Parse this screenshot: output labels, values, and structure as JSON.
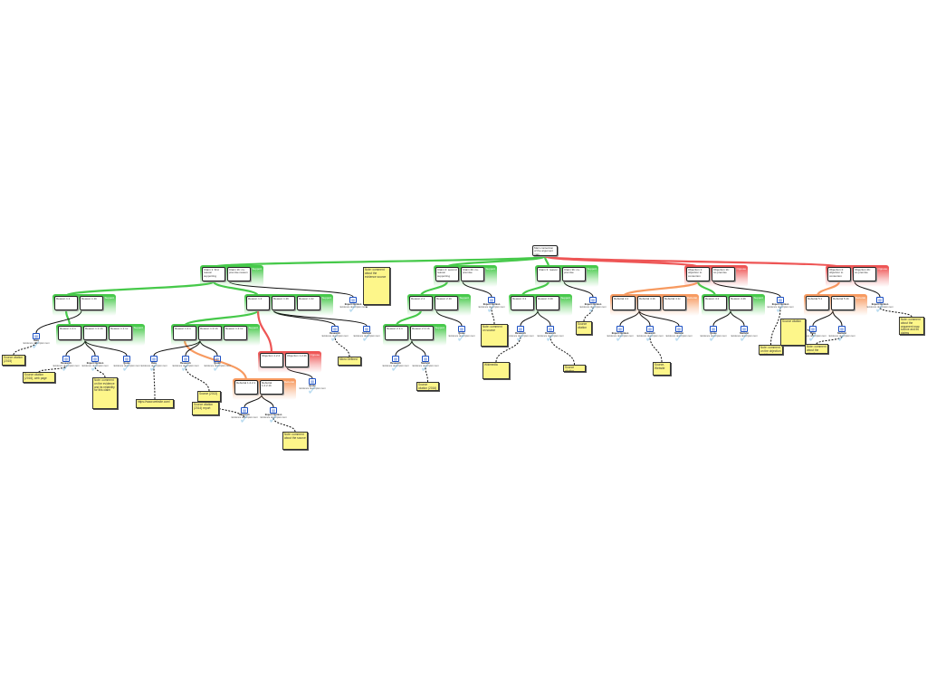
{
  "root": {
    "text": "Main contention of the argument map"
  },
  "groups": [
    {
      "type": "support",
      "label": "Support",
      "claims": [
        "Claim 1: first reason supporting",
        "Claim 1b: co-premise reason"
      ]
    },
    {
      "type": "support",
      "label": "Support",
      "claims": [
        "Claim 2: second reason supporting",
        "Claim 2b: co-premise"
      ]
    },
    {
      "type": "support",
      "label": "Support",
      "claims": [
        "Claim 3: reason",
        "Claim 3b: co-premise"
      ]
    },
    {
      "type": "oppose",
      "label": "Oppose",
      "claims": [
        "Objection 1: objection to contention",
        "Objection 1b: co-premise"
      ]
    },
    {
      "type": "oppose",
      "label": "Oppose",
      "claims": [
        "Objection 2: objection to contention",
        "Objection 2b: co-premise"
      ]
    },
    {
      "type": "support",
      "label": "Support",
      "claims": [
        "Reason 1.1",
        "Reason 1.1b"
      ]
    },
    {
      "type": "support",
      "label": "Support",
      "claims": [
        "Reason 1.2",
        "Reason 1.2b",
        "Reason 1.2c"
      ]
    },
    {
      "type": "support",
      "label": "Support",
      "claims": [
        "Reason 2.1",
        "Reason 2.1b"
      ]
    },
    {
      "type": "support",
      "label": "Support",
      "claims": [
        "Reason 3.1",
        "Reason 3.1b"
      ]
    },
    {
      "type": "rebuttal",
      "label": "Rebuttal",
      "claims": [
        "Rebuttal 4.1",
        "Rebuttal 4.1b",
        "Rebuttal 4.1c"
      ]
    },
    {
      "type": "support",
      "label": "Support",
      "claims": [
        "Reason 4.2",
        "Reason 4.2b"
      ]
    },
    {
      "type": "rebuttal",
      "label": "Rebuttal",
      "claims": [
        "Rebuttal 5.1",
        "Rebuttal 5.1b"
      ]
    },
    {
      "type": "support",
      "label": "Support",
      "claims": [
        "Reason 1.1.1",
        "Reason 1.1.1b",
        "Reason 1.1.1c"
      ]
    },
    {
      "type": "support",
      "label": "Support",
      "claims": [
        "Reason 1.2.1",
        "Reason 1.2.1b",
        "Reason 1.2.1c"
      ]
    },
    {
      "type": "support",
      "label": "Support",
      "claims": [
        "Reason 2.1.1",
        "Reason 2.1.1b"
      ]
    },
    {
      "type": "oppose",
      "label": "Oppose",
      "claims": [
        "Objection 1.2.2",
        "Objection 1.2.2b"
      ]
    },
    {
      "type": "rebuttal",
      "label": "Rebuttal",
      "claims": [
        "Rebuttal 1.2.2.1",
        "Rebuttal 1.2.2.1b"
      ]
    }
  ],
  "evidence": [
    {
      "title": "Data",
      "text": "Evidence description text"
    },
    {
      "title": "Research",
      "text": "Evidence description text"
    },
    {
      "title": "Expert Opinion",
      "text": "Evidence description text"
    },
    {
      "title": "Quote",
      "text": "Evidence description text"
    },
    {
      "title": "Data",
      "text": "Evidence description text"
    },
    {
      "title": "Research",
      "text": "Evidence description text"
    },
    {
      "title": "Quote",
      "text": "Evidence description text"
    },
    {
      "title": "Research",
      "text": "Evidence description text"
    },
    {
      "title": "Statistic",
      "text": "Evidence description text"
    },
    {
      "title": "Expert Opinion",
      "text": "Evidence description text"
    },
    {
      "title": "Expert Opinion",
      "text": "Evidence description text"
    },
    {
      "title": "Expert Opinion",
      "text": "Evidence description text"
    },
    {
      "title": "Research",
      "text": "Evidence description text"
    },
    {
      "title": "Statistic",
      "text": "Evidence description text"
    },
    {
      "title": "Quote",
      "text": "Evidence description text"
    },
    {
      "title": "Research",
      "text": "Evidence description text"
    },
    {
      "title": "Research",
      "text": "Evidence description text"
    },
    {
      "title": "Expert Opinion",
      "text": "Evidence description text"
    },
    {
      "title": "Research",
      "text": "Evidence description text"
    },
    {
      "title": "Statistic",
      "text": "Evidence description text"
    },
    {
      "title": "Quote",
      "text": "Evidence description text"
    },
    {
      "title": "Statistic",
      "text": "Evidence description text"
    },
    {
      "title": "Expert Opinion",
      "text": "Evidence description text"
    },
    {
      "title": "Data",
      "text": "Evidence description text"
    },
    {
      "title": "Statistic",
      "text": "Evidence description text"
    },
    {
      "title": "Expert Opinion",
      "text": "Evidence description text"
    },
    {
      "title": "Quote",
      "text": "Evidence description text"
    },
    {
      "title": "Research",
      "text": "Evidence description text"
    },
    {
      "title": "Expert Opinion",
      "text": "Evidence description text"
    }
  ],
  "notes": [
    "Source citation (2015)",
    "Source citation (2016), web page",
    "Note: comment on the evidence and its reliability for this claim",
    "https://www.website.com/",
    "Source (2013)",
    "Source citation (2014) report",
    "Note: comment about the source",
    "Micro Defined",
    "Note: comment about the evidence source",
    "Source citation (2016) report",
    "Note: comment on source",
    "Wikimedia",
    "Source citation",
    "Source citation",
    "Source, Website",
    "Note: comment on the objection and its evidence",
    "Source citation",
    "Note: comment about the objection",
    "Note: comment about the argument map source and its claims"
  ]
}
